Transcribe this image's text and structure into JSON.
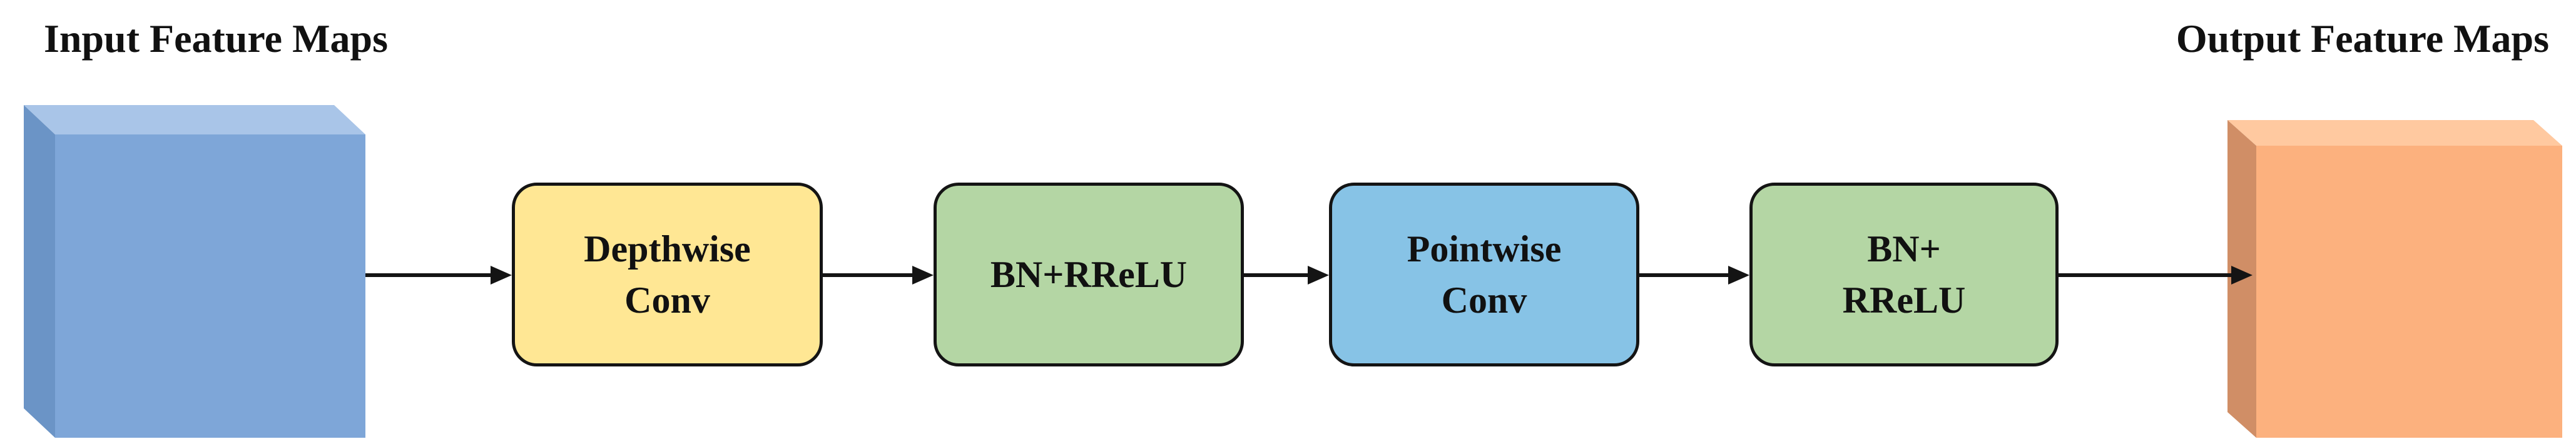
{
  "diagram": {
    "title_input": "Input Feature Maps",
    "title_output": "Output Feature Maps",
    "blocks": [
      {
        "label": "Depthwise\nConv",
        "fill": "#FFE794"
      },
      {
        "label": "BN+RReLU",
        "fill": "#B4D6A4"
      },
      {
        "label": "Pointwise\nConv",
        "fill": "#87C3E6"
      },
      {
        "label": "BN+\nRReLU",
        "fill": "#B4D6A4"
      }
    ],
    "input_cube": {
      "name": "input-feature-maps-cube",
      "front": "#7EA6D8",
      "top": "#A9C5E8",
      "side": "#6B94C6"
    },
    "output_cube": {
      "name": "output-feature-maps-cube",
      "front": "#FCB17E",
      "top": "#FFC9A0",
      "side": "#D08E66"
    },
    "arrow_color": "#141414",
    "border_color": "#141414",
    "text_color": "#111111",
    "background": "#FFFFFF"
  }
}
